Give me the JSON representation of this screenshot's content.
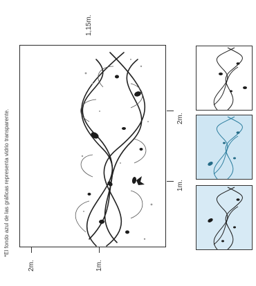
{
  "note": "*El fondo azul de las gráficas representa vidrio transparente.",
  "measurements": {
    "width_top": "1,15m.",
    "right_upper": "2m.",
    "right_lower": "1m.",
    "bottom_left": "2m.",
    "bottom_right": "1m."
  },
  "colors": {
    "frame": "#2a2a2a",
    "glass_blue": "#cfe6f3",
    "pattern": "#222222",
    "pattern_accent": "#3a8fb0"
  },
  "thumbnails": [
    {
      "variant": "white-background"
    },
    {
      "variant": "blue-glass-teal-pattern"
    },
    {
      "variant": "blue-glass-dark-pattern"
    }
  ]
}
